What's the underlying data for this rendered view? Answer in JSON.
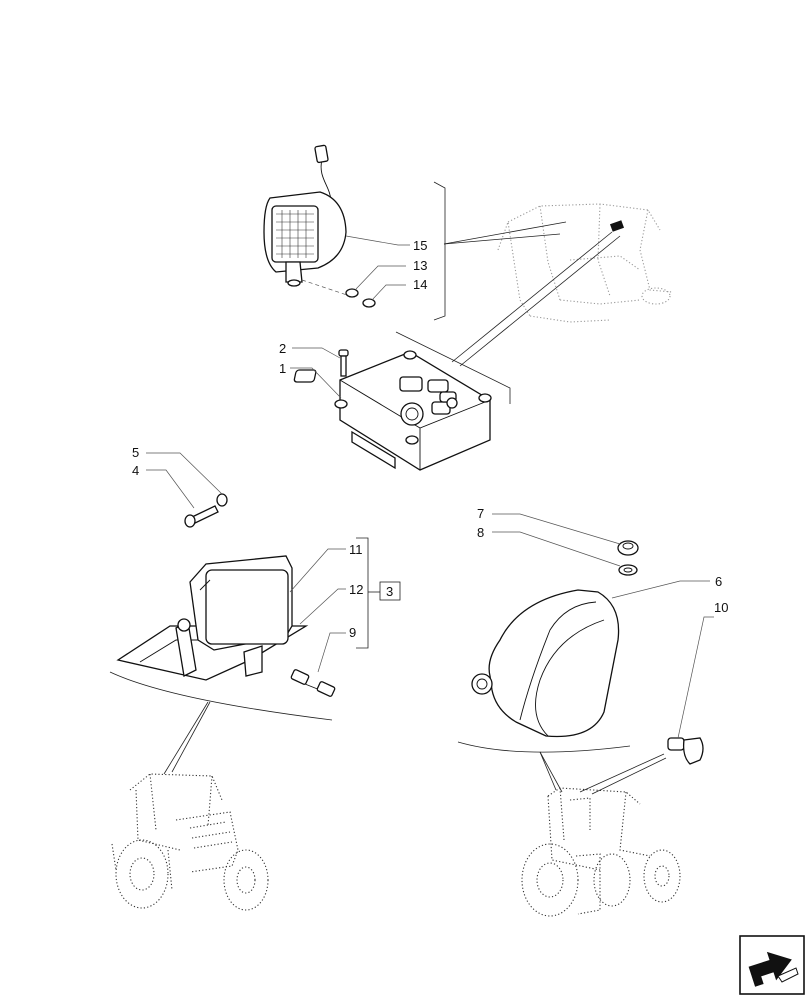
{
  "diagram": {
    "callouts": {
      "c15": "15",
      "c13": "13",
      "c14": "14",
      "c2": "2",
      "c1": "1",
      "c5": "5",
      "c4": "4",
      "c11": "11",
      "c12": "12",
      "c9": "9",
      "c3": "3",
      "c7": "7",
      "c8": "8",
      "c6": "6",
      "c10": "10"
    },
    "icons": {
      "nav": "next-page-arrow-icon"
    }
  }
}
